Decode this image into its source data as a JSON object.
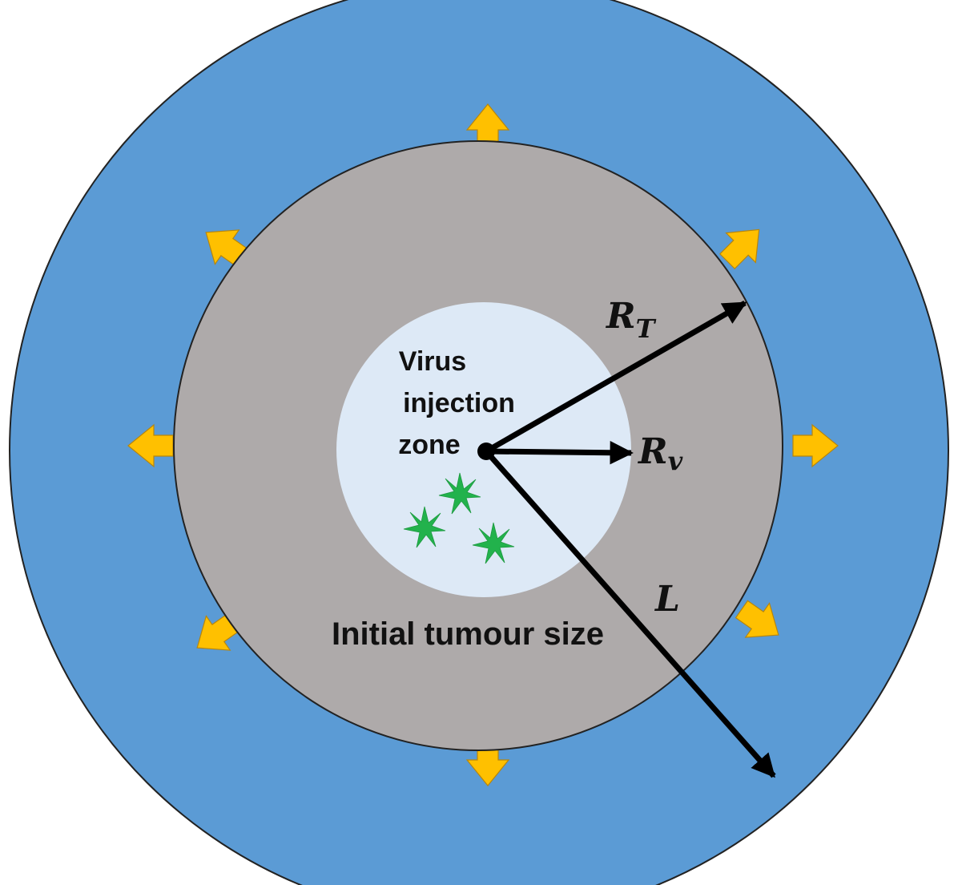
{
  "labels": {
    "virus_zone_line1": "Virus",
    "virus_zone_line2": "injection",
    "virus_zone_line3": "zone",
    "initial_tumour": "Initial tumour size",
    "r_t_main": "R",
    "r_t_sub": "T",
    "r_v_main": "R",
    "r_v_sub": "v",
    "l": "L"
  },
  "colors": {
    "outer_domain": "#5b9bd5",
    "tumour": "#aeaaaa",
    "injection_zone": "#dde9f6",
    "growth_arrow": "#ffc000",
    "growth_arrow_outline": "#b8860b",
    "virus_particle": "#22b24c",
    "radius_arrow": "#000000"
  },
  "icons": {
    "growth_arrows": "yellow-outward-arrow",
    "virus_particles": "green-star-burst"
  }
}
